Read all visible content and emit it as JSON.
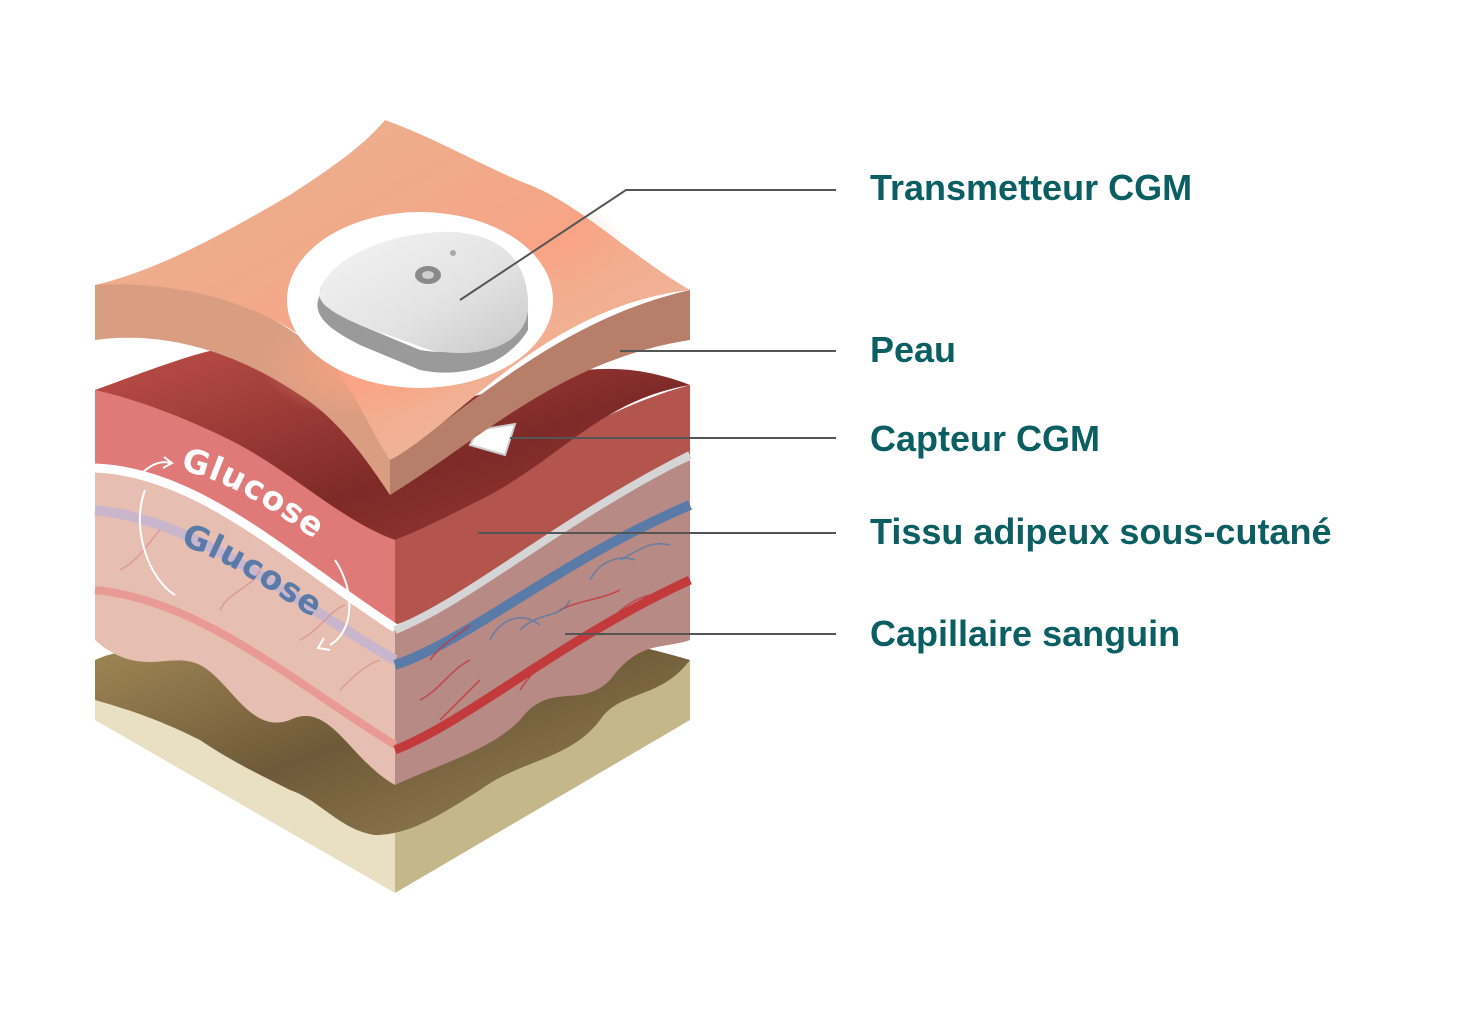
{
  "labels": {
    "transmitter": "Transmetteur CGM",
    "skin": "Peau",
    "sensor": "Capteur CGM",
    "fat": "Tissu adipeux sous-cutané",
    "capillary": "Capillaire sanguin"
  },
  "glucose": {
    "upper": "Glucose",
    "lower": "Glucose"
  },
  "colors": {
    "label_text": "#0b5f63",
    "leader_line": "#555555",
    "skin_top": "#e8b896",
    "skin_glow": "#f8a080",
    "skin_side": "#b77f6a",
    "dermis_front": "#e07a78",
    "dermis_side": "#b3544d",
    "dermis_top": "#8f3431",
    "fat_front": "#e6beb2",
    "fat_side": "#b88a85",
    "vein": "#5a7aa8",
    "artery": "#c23a3c",
    "muscle_front": "#e9e0c3",
    "muscle_side": "#c4b88a",
    "muscle_dark": "#7b6a43",
    "device": "#d9d9d9"
  }
}
